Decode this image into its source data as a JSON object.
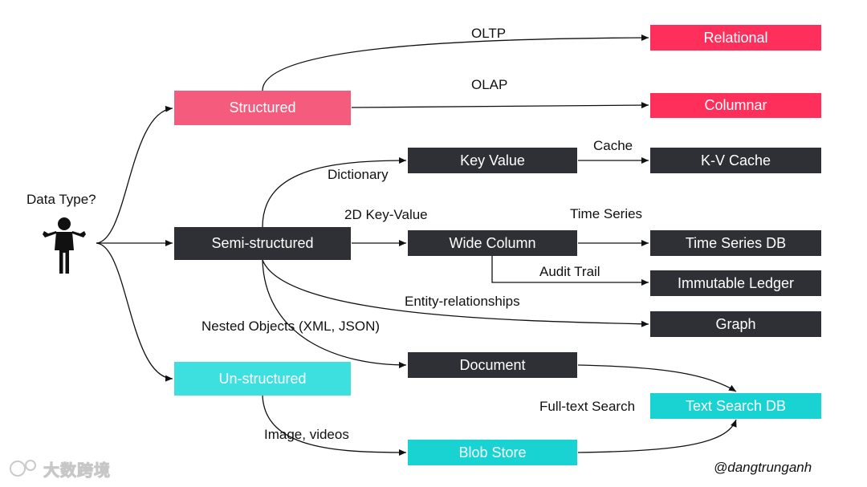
{
  "colors": {
    "pink": "#f45b7d",
    "red": "#ff2f5c",
    "dark": "#2f3035",
    "cyan": "#3ee0df",
    "teal": "#19d3d3",
    "edge": "#111111"
  },
  "question": "Data Type?",
  "icon": "person-shrug-icon",
  "categories": {
    "structured": "Structured",
    "semi": "Semi-structured",
    "unstructured": "Un-structured"
  },
  "models": {
    "key_value": "Key Value",
    "wide_column": "Wide Column",
    "document": "Document",
    "blob_store": "Blob Store"
  },
  "databases": {
    "relational": "Relational",
    "columnar": "Columnar",
    "kv_cache": "K-V Cache",
    "time_series_db": "Time Series DB",
    "immutable_ledger": "Immutable Ledger",
    "graph": "Graph",
    "text_search_db": "Text Search DB"
  },
  "edge_labels": {
    "oltp": "OLTP",
    "olap": "OLAP",
    "cache": "Cache",
    "dictionary": "Dictionary",
    "kv_2d": "2D Key-Value",
    "time_series": "Time Series",
    "audit_trail": "Audit Trail",
    "entity_rel": "Entity-relationships",
    "nested": "Nested Objects (XML, JSON)",
    "full_text": "Full-text Search",
    "image_videos": "Image, videos"
  },
  "credit": "@dangtrunganh",
  "watermark": "大数跨境"
}
